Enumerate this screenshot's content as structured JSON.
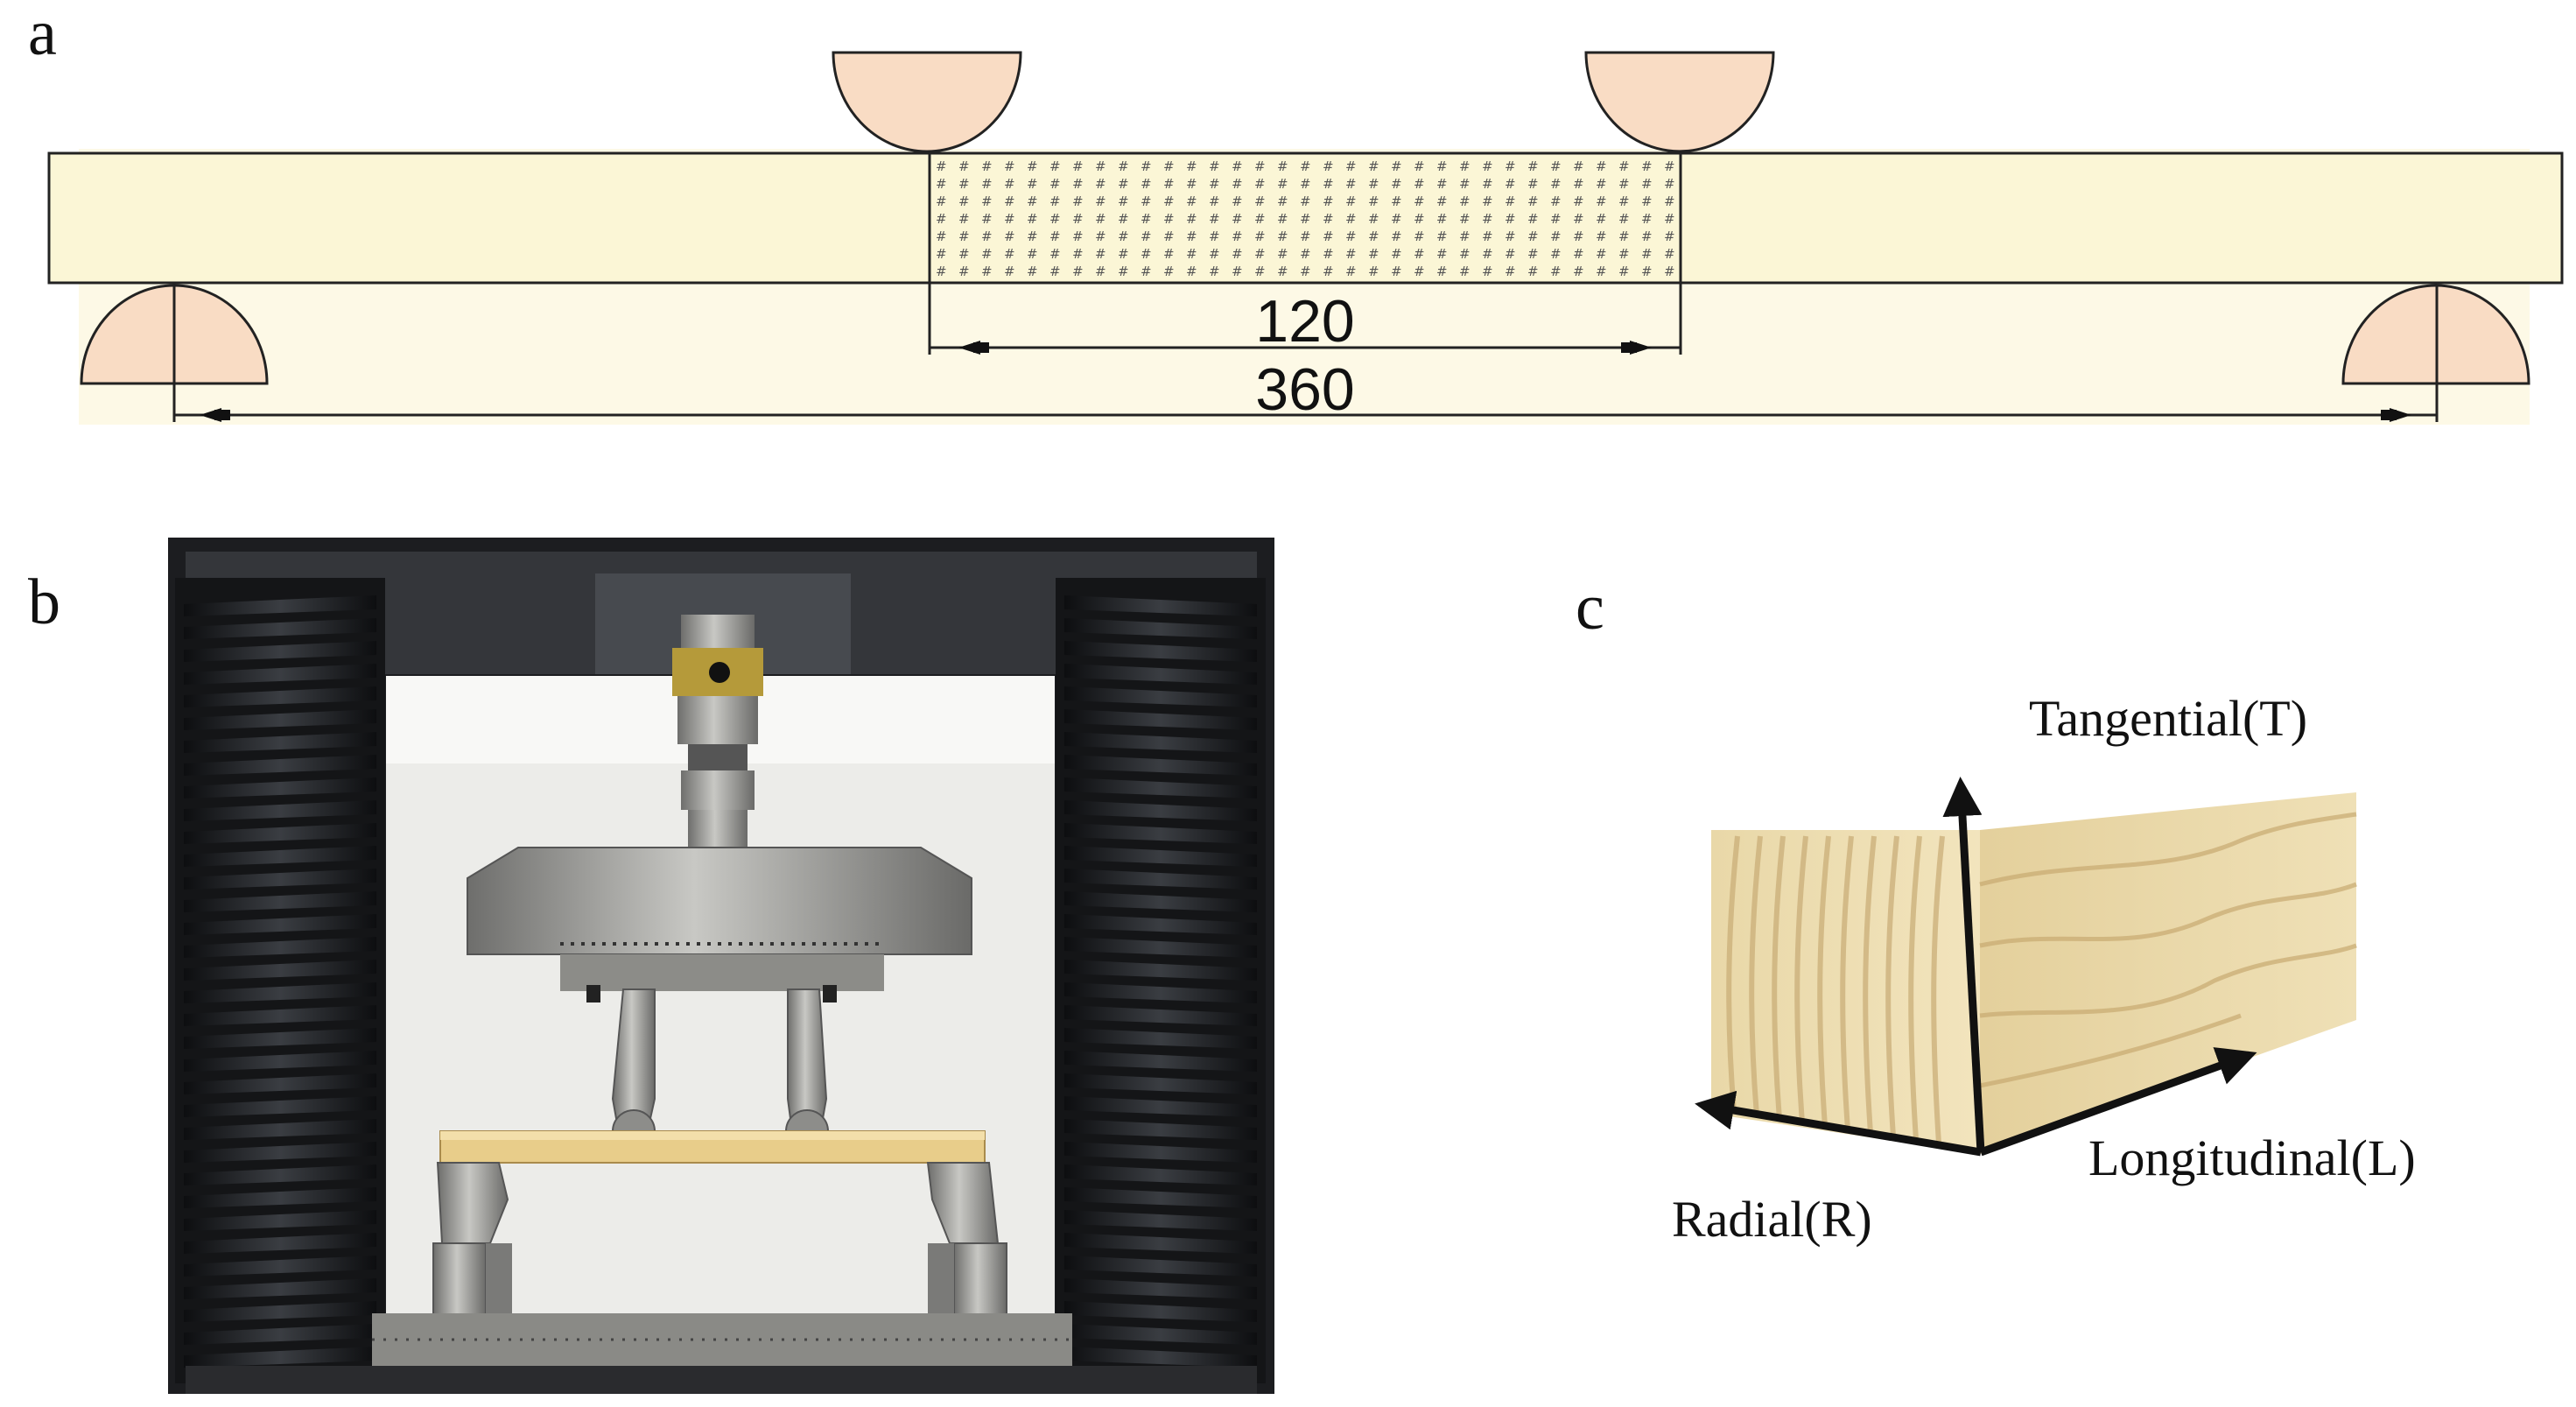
{
  "panels": {
    "a": {
      "letter": "a",
      "dimension_inner": "120",
      "dimension_outer": "360"
    },
    "b": {
      "letter": "b"
    },
    "c": {
      "letter": "c",
      "axis_tangential": "Tangential(T)",
      "axis_longitudinal": "Longitudinal(L)",
      "axis_radial": "Radial(R)"
    }
  },
  "colors": {
    "beam_fill": "#fbf6d6",
    "support_fill": "#f9dcc4",
    "line": "#222222",
    "wood_light": "#ecdcb0",
    "wood_dark": "#c9ad78",
    "machine_dark": "#1c1d20",
    "steel": "#9a9a98"
  }
}
